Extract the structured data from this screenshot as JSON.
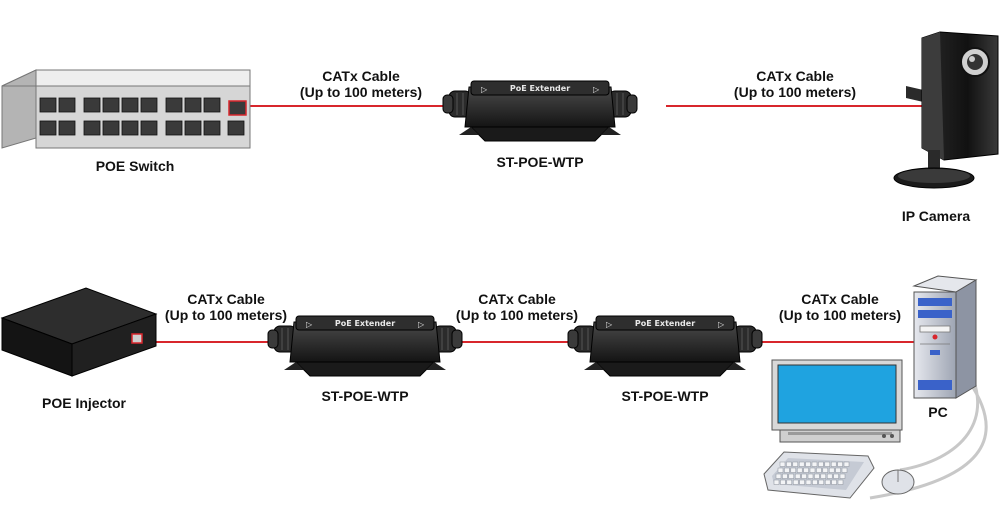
{
  "colors": {
    "cable": "#d8262c",
    "device_dark": "#1c1c1c",
    "switch_body": "#dcdcdc",
    "screen": "#1fa3e0",
    "pc_case": "#c9cdd6"
  },
  "row1": {
    "switch_label": "POE Switch",
    "cable1": {
      "line1": "CATx Cable",
      "line2": "(Up to 100 meters)"
    },
    "extender_label": "ST-POE-WTP",
    "extender_text": "PoE Extender",
    "cable2": {
      "line1": "CATx Cable",
      "line2": "(Up to 100 meters)"
    },
    "camera_label": "IP Camera"
  },
  "row2": {
    "injector_label": "POE Injector",
    "cable1": {
      "line1": "CATx Cable",
      "line2": "(Up to 100 meters)"
    },
    "extender1_label": "ST-POE-WTP",
    "extender1_text": "PoE Extender",
    "cable2": {
      "line1": "CATx Cable",
      "line2": "(Up to 100 meters)"
    },
    "extender2_label": "ST-POE-WTP",
    "extender2_text": "PoE Extender",
    "cable3": {
      "line1": "CATx Cable",
      "line2": "(Up to 100 meters)"
    },
    "pc_label": "PC"
  }
}
